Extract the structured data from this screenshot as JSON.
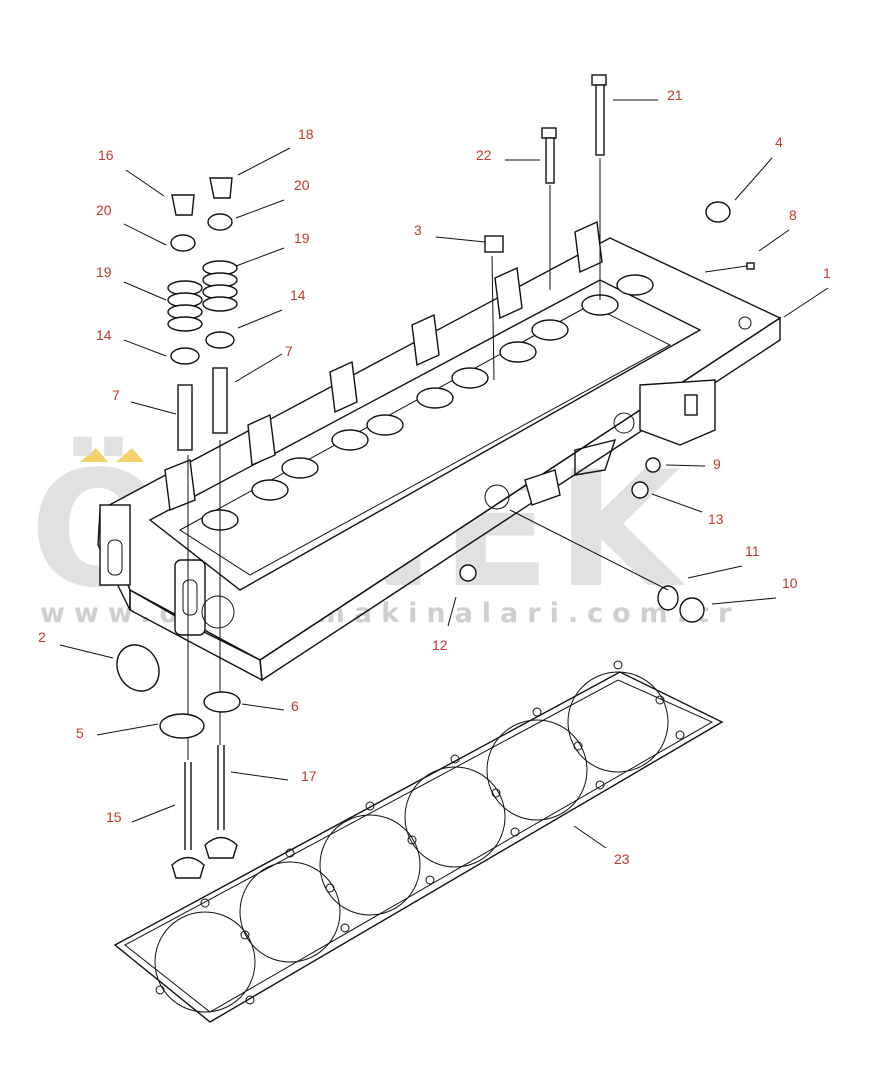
{
  "diagram": {
    "callouts": [
      "1",
      "2",
      "3",
      "4",
      "5",
      "6",
      "7",
      "7",
      "8",
      "9",
      "10",
      "11",
      "12",
      "13",
      "14",
      "14",
      "15",
      "16",
      "17",
      "18",
      "19",
      "19",
      "20",
      "20",
      "21",
      "22",
      "23"
    ]
  },
  "watermark": {
    "brand": "ÖRNEK",
    "url": "www.orneksmakinalari.com.tr"
  },
  "colors": {
    "callout_text": "#c0392b",
    "line_art": "#111111",
    "watermark": "#d7d7d7",
    "accent_umlaut": "#f2d36b"
  }
}
